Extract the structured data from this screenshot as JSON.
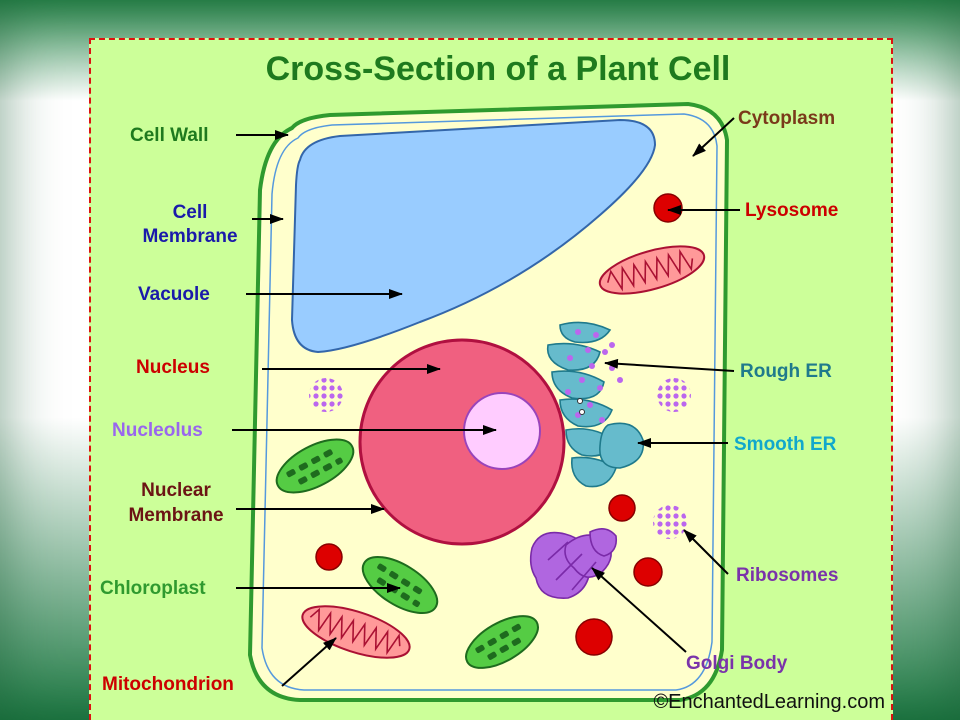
{
  "title": "Cross-Section of a Plant Cell",
  "copyright": "©EnchantedLearning.com",
  "colors": {
    "panel": "#ccff99",
    "panel_border": "#dd1111",
    "cell_wall": "#2f9a2f",
    "cytoplasm": "#ffffcc",
    "vacuole": "#99ccff",
    "nucleus": "#f06080",
    "nucleolus": "#ffccff",
    "chloroplast": "#55cc44",
    "mitochondrion": "#ff9999",
    "lysosome": "#dd0000",
    "golgi": "#b066e0",
    "er": "#66bbcc"
  },
  "labels": {
    "cell_wall": "Cell Wall",
    "cell_membrane_1": "Cell",
    "cell_membrane_2": "Membrane",
    "vacuole": "Vacuole",
    "nucleus": "Nucleus",
    "nucleolus": "Nucleolus",
    "nuclear_membrane_1": "Nuclear",
    "nuclear_membrane_2": "Membrane",
    "chloroplast": "Chloroplast",
    "mitochondrion": "Mitochondrion",
    "cytoplasm": "Cytoplasm",
    "lysosome": "Lysosome",
    "rough_er": "Rough ER",
    "smooth_er": "Smooth ER",
    "ribosomes": "Ribosomes",
    "golgi_body": "Golgi Body"
  }
}
